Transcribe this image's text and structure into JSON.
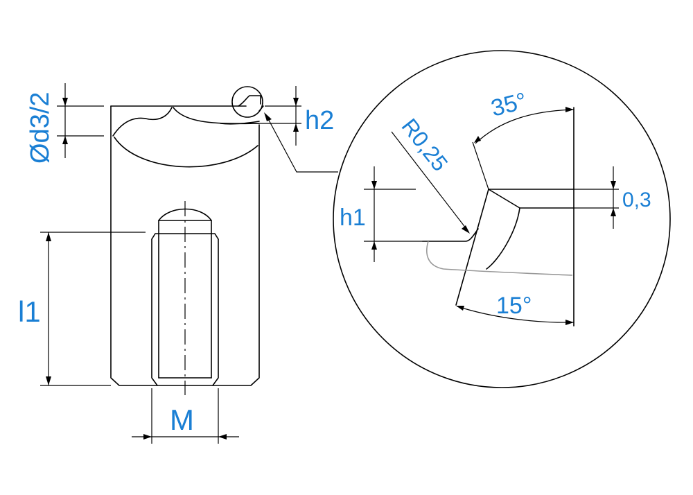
{
  "labels": {
    "diameter": "Ød3/2",
    "h2": "h2",
    "l1": "l1",
    "m": "M",
    "r": "R0,25",
    "angle_top": "35°",
    "angle_bottom": "15°",
    "h1": "h1",
    "dim_03": "0,3"
  },
  "colors": {
    "dimension_text": "#1a7fd4",
    "lines": "#000000",
    "hidden_edge": "#999999"
  }
}
